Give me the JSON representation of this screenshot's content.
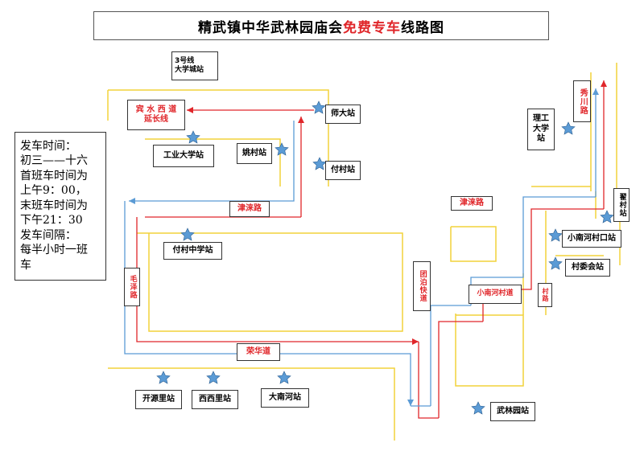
{
  "title": {
    "prefix": "精武镇中华武林园庙会",
    "highlight": "免费专车",
    "suffix": "线路图"
  },
  "schedule": {
    "lines": [
      "发车时间：",
      "初三——十六",
      "首班车时间为",
      "上午9：00，",
      "末班车时间为",
      "下午21：30",
      "发车间隔：",
      "每半小时一班",
      "车"
    ]
  },
  "stations": {
    "s3": {
      "line1": "3号线",
      "line2": "大学城站"
    },
    "shida": "师大站",
    "gongye": "工业大学站",
    "yaocun": "姚村站",
    "fucun": "付村站",
    "fucun_zhongxue": "付村中学站",
    "ligong": "理工大学站",
    "kaiyuanli": "开源里站",
    "xixili": "西西里站",
    "danan": "大南河站",
    "wulinyuan": "武林园站",
    "xiaonanhe": "小南河村口站",
    "cunweihui": "村委会站",
    "cuicun": "翟村站"
  },
  "roads": {
    "binshui": {
      "line1": "宾 水 西 道",
      "line2": "延长线"
    },
    "jinlai_left": "津涞路",
    "jinlai_right": "津涞路",
    "maozedong": "毛泽路",
    "rongua": "荣华道",
    "tuanbo": "团泊快道",
    "xiuchuan": "秀川路",
    "xiaonanhe_road": "小南河村道",
    "small_road": "村路"
  },
  "colors": {
    "road_label": "#e0262a",
    "yellow_line": "#f2d23a",
    "red_line": "#e0262a",
    "blue_line": "#5b9bd5",
    "station_star": "#5b9bd5"
  }
}
